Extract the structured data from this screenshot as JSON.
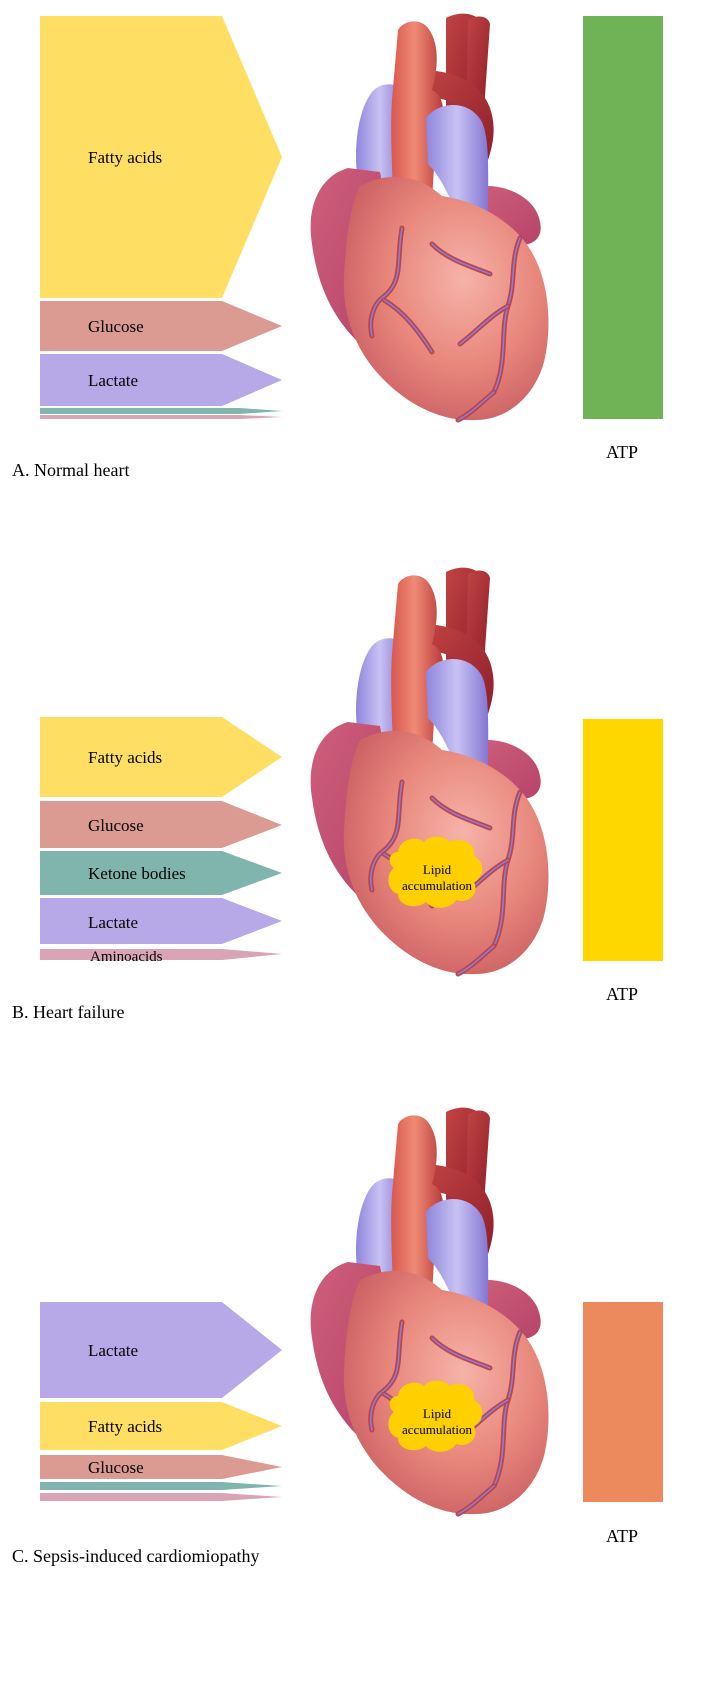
{
  "panels": [
    {
      "id": "A",
      "caption": "A. Normal heart",
      "atp_label": "ATP",
      "atp_color": "#6fb356",
      "lipid_label": null,
      "substrates": [
        {
          "label": "Fatty acids",
          "color": "#ffdf63"
        },
        {
          "label": "Glucose",
          "color": "#dc9b92"
        },
        {
          "label": "Lactate",
          "color": "#b7a8e8"
        },
        {
          "label": "",
          "color": "#7fb5ad"
        },
        {
          "label": "",
          "color": "#d9a4b6"
        }
      ]
    },
    {
      "id": "B",
      "caption": "B. Heart failure",
      "atp_label": "ATP",
      "atp_color": "#ffd700",
      "lipid_label": "Lipid accumulation",
      "substrates": [
        {
          "label": "Fatty acids",
          "color": "#ffdf63"
        },
        {
          "label": "Glucose",
          "color": "#dc9b92"
        },
        {
          "label": "Ketone bodies",
          "color": "#7fb5ad"
        },
        {
          "label": "Lactate",
          "color": "#b7a8e8"
        },
        {
          "label": "Aminoacids",
          "color": "#d9a4b6"
        }
      ]
    },
    {
      "id": "C",
      "caption": "C. Sepsis-induced cardiomiopathy",
      "atp_label": "ATP",
      "atp_color": "#ec8a5e",
      "lipid_label": "Lipid accumulation",
      "substrates": [
        {
          "label": "Lactate",
          "color": "#b7a8e8"
        },
        {
          "label": "Fatty acids",
          "color": "#ffdf63"
        },
        {
          "label": "Glucose",
          "color": "#dc9b92"
        },
        {
          "label": "",
          "color": "#7fb5ad"
        },
        {
          "label": "",
          "color": "#d9a4b6"
        }
      ]
    }
  ]
}
